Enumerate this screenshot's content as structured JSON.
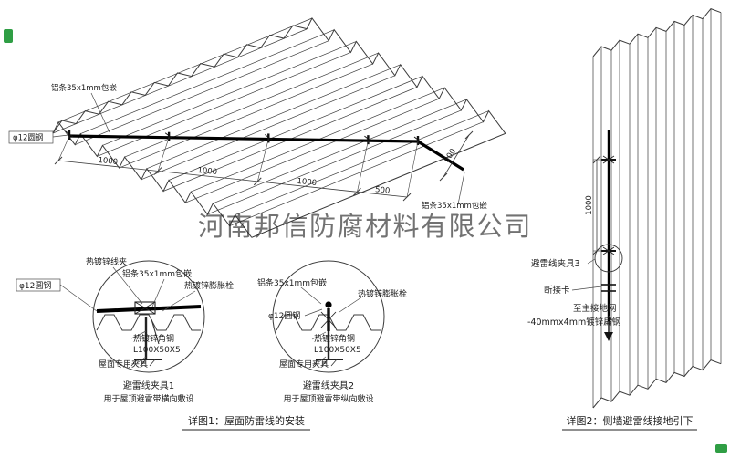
{
  "watermark": {
    "text": "河南邦信防腐材料有限公司"
  },
  "colors": {
    "accent_red": "#c00000",
    "green_mark": "#2f9e44",
    "watermark_gray": "#a8a8a8"
  },
  "fig1": {
    "caption": "详图1：屋面防雷线的安装",
    "label_strip_top": "铝条35x1mm包嵌",
    "label_strip_right": "铝条35x1mm包嵌",
    "label_round_steel": "φ12圆钢",
    "dims": [
      "1000",
      "1000",
      "1000",
      "500",
      "500"
    ]
  },
  "detail1": {
    "title": "避雷线夹具1",
    "subtitle": "用于屋顶避雷带横向敷设",
    "label_wire_clip": "热镀锌线夹",
    "label_strip": "铝条35x1mm包嵌",
    "label_expansion_bolt": "热镀锌膨胀栓",
    "label_round_steel": "φ12圆钢",
    "label_angle_steel": "热镀锌角钢",
    "label_angle_size": "L100X50X5",
    "label_roof_fixture": "屋面专用夹具"
  },
  "detail2": {
    "title": "避雷线夹具2",
    "subtitle": "用于屋顶避雷带纵向敷设",
    "label_strip": "铝条35x1mm包嵌",
    "label_expansion_bolt": "热镀锌膨胀栓",
    "label_round_steel": "φ12圆钢",
    "label_angle_steel": "热镀锌角钢",
    "label_angle_size": "L100X50X5",
    "label_roof_fixture": "屋面专用夹具"
  },
  "fig2": {
    "caption": "详图2：侧墙避雷线接地引下",
    "label_clamp3": "避雷线夹具3",
    "label_disconnect": "断接卡",
    "label_to_ground": "至主接地网",
    "label_flat_steel": "-40mmx4mm镀锌扁钢",
    "dim_height": "1000"
  }
}
